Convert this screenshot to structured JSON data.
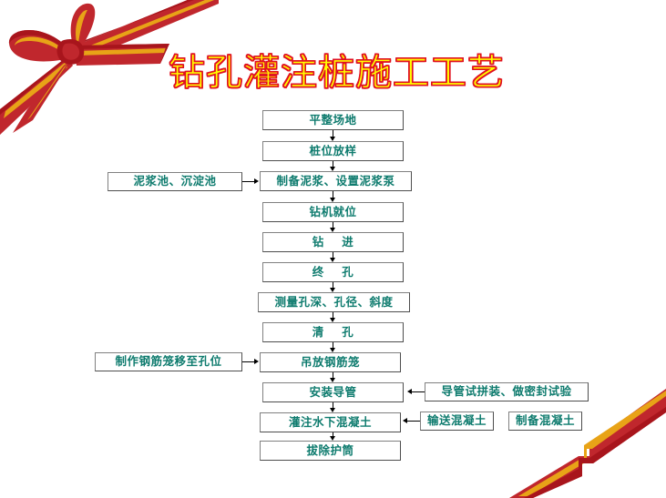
{
  "title": "钻孔灌注桩施工工艺",
  "colors": {
    "title_fill": "#ffff00",
    "title_outline": "#e01020",
    "node_text": "#0e7b6e",
    "node_border": "#808080",
    "connector": "#000000",
    "ribbon_red": "#c0272d",
    "ribbon_red_dark": "#a8151c",
    "ribbon_gold": "#e8a317"
  },
  "flowchart": {
    "main_steps": [
      {
        "id": "step-1",
        "label": "平整场地"
      },
      {
        "id": "step-2",
        "label": "桩位放样"
      },
      {
        "id": "step-3",
        "label": "制备泥浆、设置泥浆泵"
      },
      {
        "id": "step-4",
        "label": "钻机就位"
      },
      {
        "id": "step-5",
        "label": "钻    进"
      },
      {
        "id": "step-6",
        "label": "终    孔"
      },
      {
        "id": "step-7",
        "label": "测量孔深、孔径、斜度"
      },
      {
        "id": "step-8",
        "label": "清    孔"
      },
      {
        "id": "step-9",
        "label": "吊放钢筋笼"
      },
      {
        "id": "step-10",
        "label": "安装导管"
      },
      {
        "id": "step-11",
        "label": "灌注水下混凝土"
      },
      {
        "id": "step-12",
        "label": "拔除护筒"
      }
    ],
    "side_steps": [
      {
        "id": "side-1",
        "label": "泥浆池、沉淀池",
        "side": "left"
      },
      {
        "id": "side-2",
        "label": "制作钢筋笼移至孔位",
        "side": "left"
      },
      {
        "id": "side-3",
        "label": "导管试拼装、做密封试验",
        "side": "right"
      },
      {
        "id": "side-4",
        "label": "输送混凝土",
        "side": "right"
      },
      {
        "id": "side-5",
        "label": "制备混凝土",
        "side": "right"
      }
    ]
  },
  "decorations": {
    "ribbon_top_left": "red-gift-ribbon-bow",
    "ribbon_bottom_right": "red-gift-ribbon-band"
  }
}
